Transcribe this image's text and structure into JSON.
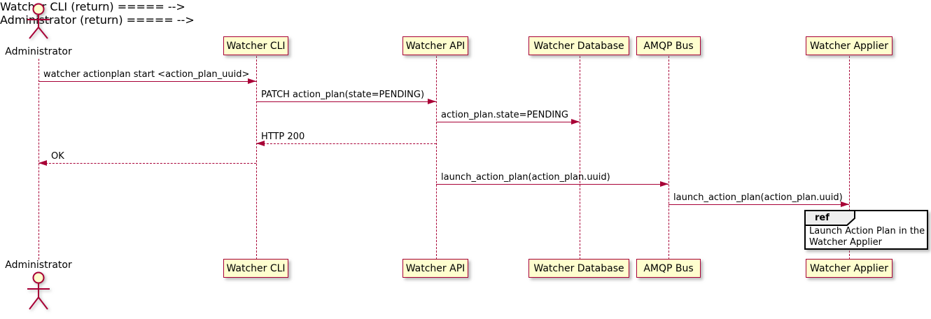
{
  "colors": {
    "accent": "#A80036",
    "participant_fill": "#FEFECE",
    "text": "#000000",
    "ref_fill": "#FFFFFF",
    "ref_tab_fill": "#EEEEEE",
    "ref_border": "#000000"
  },
  "actor": {
    "label": "Administrator"
  },
  "participants": [
    {
      "label": "Watcher CLI"
    },
    {
      "label": "Watcher API"
    },
    {
      "label": "Watcher Database"
    },
    {
      "label": "AMQP Bus"
    },
    {
      "label": "Watcher Applier"
    }
  ],
  "messages": [
    {
      "label": "watcher actionplan start <action_plan_uuid>",
      "from": "Administrator",
      "to": "Watcher CLI",
      "line": "solid"
    },
    {
      "label": "PATCH action_plan(state=PENDING)",
      "from": "Watcher CLI",
      "to": "Watcher API",
      "line": "solid"
    },
    {
      "label": "action_plan.state=PENDING",
      "from": "Watcher API",
      "to": "Watcher Database",
      "line": "solid"
    },
    {
      "label": "HTTP 200",
      "from": "Watcher API",
      "to": "Watcher CLI",
      "line": "dashed"
    },
    {
      "label": "OK",
      "from": "Watcher CLI",
      "to": "Administrator",
      "line": "dashed"
    },
    {
      "label": "launch_action_plan(action_plan.uuid)",
      "from": "Watcher API",
      "to": "AMQP Bus",
      "line": "solid"
    },
    {
      "label": "launch_action_plan(action_plan.uuid)",
      "from": "AMQP Bus",
      "to": "Watcher Applier",
      "line": "solid"
    }
  ],
  "ref_fragment": {
    "keyword": "ref",
    "body": "Launch Action Plan in the\nWatcher Applier"
  }
}
